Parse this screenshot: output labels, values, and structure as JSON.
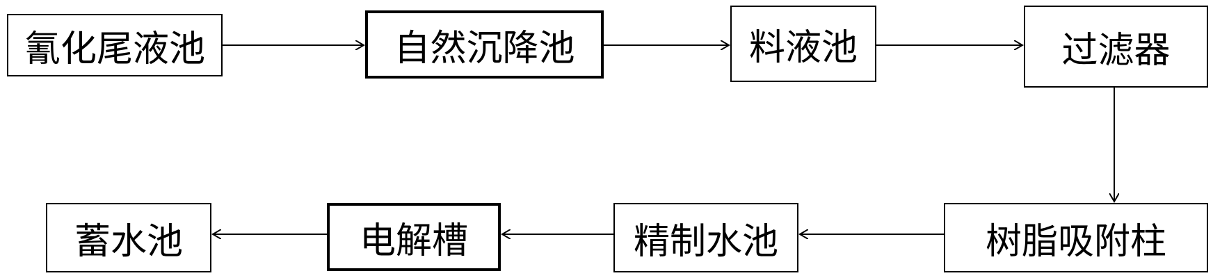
{
  "diagram": {
    "nodes": {
      "cyanide_tail_pool": "氰化尾液池",
      "settling_pool": "自然沉降池",
      "feed_pool": "料液池",
      "filter": "过滤器",
      "resin_column": "树脂吸附柱",
      "purified_water_pool": "精制水池",
      "electrolysis_cell": "电解槽",
      "storage_pool": "蓄水池"
    },
    "edges": [
      [
        "氰化尾液池",
        "自然沉降池"
      ],
      [
        "自然沉降池",
        "料液池"
      ],
      [
        "料液池",
        "过滤器"
      ],
      [
        "过滤器",
        "树脂吸附柱"
      ],
      [
        "树脂吸附柱",
        "精制水池"
      ],
      [
        "精制水池",
        "电解槽"
      ],
      [
        "电解槽",
        "蓄水池"
      ]
    ],
    "colors": {
      "line": "#000000",
      "background": "#ffffff"
    }
  }
}
